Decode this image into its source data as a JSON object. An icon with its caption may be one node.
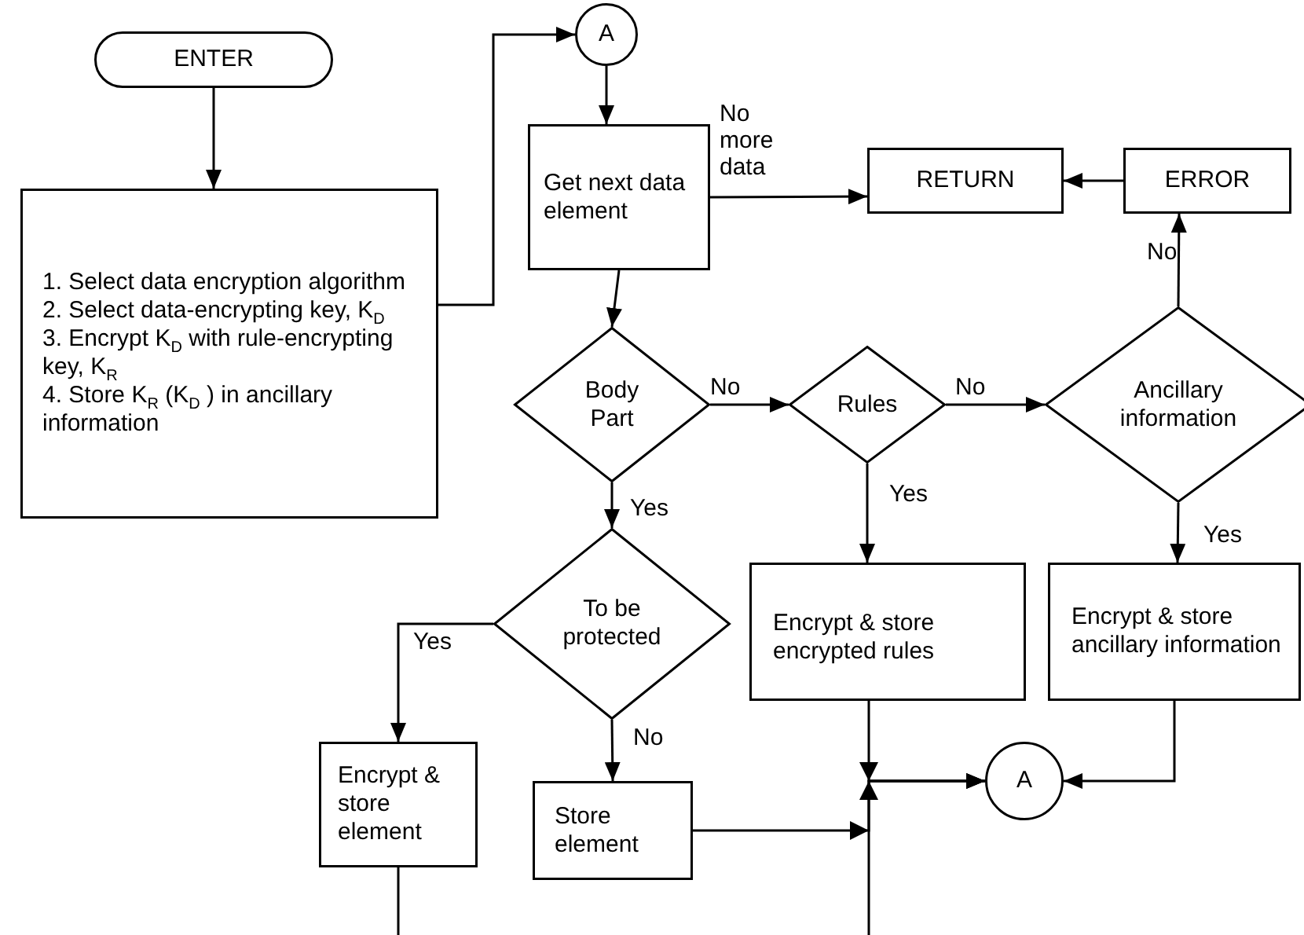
{
  "diagram": {
    "nodes": [
      {
        "text": [
          "ENTER"
        ]
      },
      {
        "text": [
          "1. Select data encryption algorithm",
          "2. Select data-encrypting key, K$_{D}$",
          "3. Encrypt K$_{D}$ with rule-encrypting key, K$_{R}$",
          "4. Store K$_{R}$ (K$_{D}$ ) in ancillary information"
        ]
      },
      {
        "text": [
          "A"
        ]
      },
      {
        "text": [
          "Get next data element"
        ]
      },
      {
        "text": [
          "RETURN"
        ]
      },
      {
        "text": [
          "ERROR"
        ]
      },
      {
        "text": [
          "Body Part"
        ]
      },
      {
        "text": [
          "Rules"
        ]
      },
      {
        "text": [
          "Ancillary information"
        ]
      },
      {
        "text": [
          "To be protected"
        ]
      },
      {
        "text": [
          "Encrypt & store element"
        ]
      },
      {
        "text": [
          "Store element"
        ]
      },
      {
        "text": [
          "Encrypt & store encrypted rules"
        ]
      },
      {
        "text": [
          "Encrypt & store ancillary information"
        ]
      },
      {
        "text": [
          "A"
        ]
      }
    ],
    "edges": [
      {
        "from": 0,
        "to": 1,
        "arrow": "to"
      },
      {
        "from": 1,
        "to": 2,
        "arrow": "to"
      },
      {
        "from": 2,
        "to": 3,
        "arrow": "to"
      },
      {
        "from": 3,
        "to": 4,
        "arrow": "to",
        "label": "No more data"
      },
      {
        "from": 5,
        "to": 4,
        "arrow": "to"
      },
      {
        "from": 3,
        "to": 6,
        "arrow": "to"
      },
      {
        "from": 6,
        "to": 7,
        "arrow": "to",
        "label": "No"
      },
      {
        "from": 7,
        "to": 8,
        "arrow": "to",
        "label": "No"
      },
      {
        "from": 8,
        "to": 5,
        "arrow": "to",
        "label": "No"
      },
      {
        "from": 6,
        "to": 9,
        "arrow": "to",
        "label": "Yes"
      },
      {
        "from": 7,
        "to": 12,
        "arrow": "to",
        "label": "Yes"
      },
      {
        "from": 8,
        "to": 13,
        "arrow": "to",
        "label": "Yes"
      },
      {
        "from": 9,
        "to": 10,
        "arrow": "to",
        "label": "Yes"
      },
      {
        "from": 9,
        "to": 11,
        "arrow": "to",
        "label": "No"
      },
      {
        "from": 12,
        "to": 14,
        "arrow": "to"
      },
      {
        "from": 11,
        "to": 14,
        "arrow": "to"
      },
      {
        "from": 13,
        "to": 14,
        "arrow": "to"
      },
      {
        "from": 10,
        "to": null,
        "arrow": "none"
      },
      {
        "from": null,
        "to": 14,
        "arrow": "to"
      }
    ]
  }
}
